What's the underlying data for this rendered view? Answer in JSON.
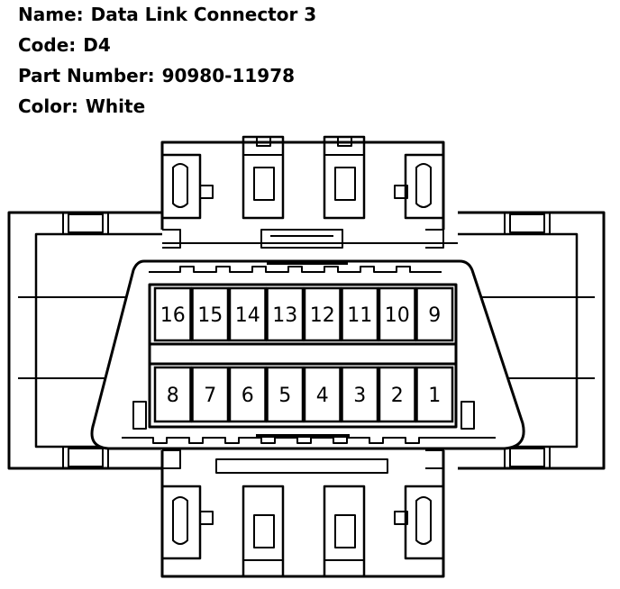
{
  "info": {
    "name_label": "Name:",
    "name_value": "Data Link Connector 3",
    "code_label": "Code:",
    "code_value": "D4",
    "part_label": "Part Number:",
    "part_value": "90980-11978",
    "color_label": "Color:",
    "color_value": "White"
  },
  "connector": {
    "top_row_pins": [
      "16",
      "15",
      "14",
      "13",
      "12",
      "11",
      "10",
      "9"
    ],
    "bottom_row_pins": [
      "8",
      "7",
      "6",
      "5",
      "4",
      "3",
      "2",
      "1"
    ]
  }
}
